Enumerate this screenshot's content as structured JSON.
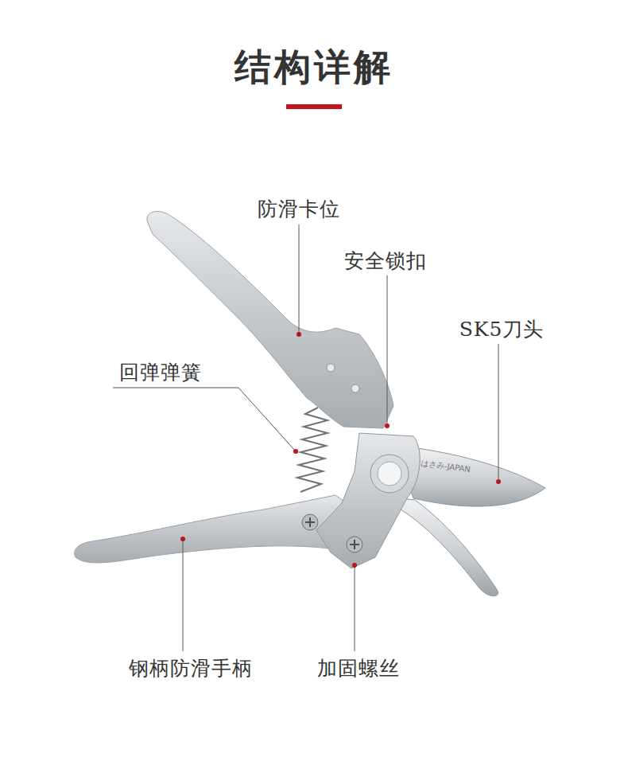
{
  "diagram": {
    "title": "结构详解",
    "labels": [
      "防滑卡位",
      "安全锁扣",
      "SK5刀头",
      "回弹弹簧",
      "钢柄防滑手柄",
      "加固螺丝",
      "はさみ-JAPAN"
    ]
  }
}
